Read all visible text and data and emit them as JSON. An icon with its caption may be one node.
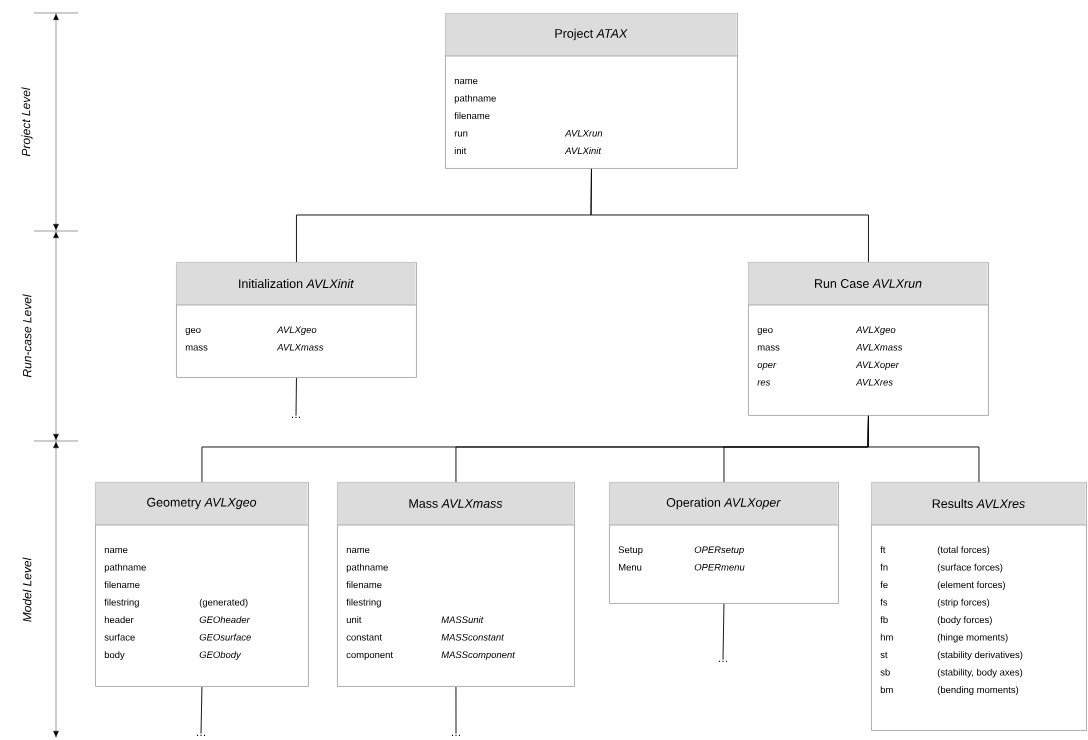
{
  "diagram": {
    "nodes": [
      {
        "text": [
          "Project *ATAX*",
          "name",
          "pathname",
          "filename",
          "run",
          "*AVLXrun*",
          "init",
          "*AVLXinit*"
        ]
      },
      {
        "text": [
          "Initialization *AVLXinit*",
          "geo",
          "*AVLXgeo*",
          "mass",
          "*AVLXmass*"
        ]
      },
      {
        "text": [
          "Run Case *AVLXrun*",
          "geo",
          "*AVLXgeo*",
          "mass",
          "*AVLXmass*",
          "*oper*",
          "*AVLXoper*",
          "*res*",
          "*AVLXres*"
        ]
      },
      {
        "text": [
          "Geometry *AVLXgeo*",
          "name",
          "pathname",
          "filename",
          "filestring",
          "(generated)",
          "header",
          "*GEOheader*",
          "surface",
          "*GEOsurface*",
          "body",
          "*GEObody*"
        ]
      },
      {
        "text": [
          "Mass *AVLXmass*",
          "name",
          "pathname",
          "filename",
          "filestring",
          "unit",
          "*MASSunit*",
          "constant",
          "*MASSconstant*",
          "component",
          "*MASScomponent*"
        ]
      },
      {
        "text": [
          "Operation *AVLXoper*",
          "Setup",
          "*OPERsetup*",
          "Menu",
          "*OPERmenu*"
        ]
      },
      {
        "text": [
          "Results *AVLXres*",
          "ft",
          "(total forces)",
          "fn",
          "(surface forces)",
          "fe",
          "(element forces)",
          "fs",
          "(strip forces)",
          "fb",
          "(body forces)",
          "hm",
          "(hinge moments)",
          "st",
          "(stability derivatives)",
          "sb",
          "(stability, body axes)",
          "bm",
          "(bending moments)"
        ]
      },
      {
        "text": [
          "…"
        ]
      },
      {
        "text": [
          "…"
        ]
      },
      {
        "text": [
          "…"
        ]
      },
      {
        "text": [
          "…"
        ]
      }
    ],
    "edges": [
      {
        "from": 0,
        "to": 1,
        "arrow": "none"
      },
      {
        "from": 0,
        "to": 2,
        "arrow": "none"
      },
      {
        "from": 1,
        "to": 7,
        "arrow": "none"
      },
      {
        "from": 2,
        "to": 3,
        "arrow": "none"
      },
      {
        "from": 2,
        "to": 4,
        "arrow": "none"
      },
      {
        "from": 2,
        "to": 5,
        "arrow": "none"
      },
      {
        "from": 2,
        "to": 6,
        "arrow": "none"
      },
      {
        "from": 3,
        "to": 8,
        "arrow": "none"
      },
      {
        "from": 4,
        "to": 9,
        "arrow": "none"
      },
      {
        "from": 5,
        "to": 10,
        "arrow": "none"
      }
    ],
    "labels": [
      "Project Level",
      "Run-case Level",
      "Model Level"
    ]
  }
}
